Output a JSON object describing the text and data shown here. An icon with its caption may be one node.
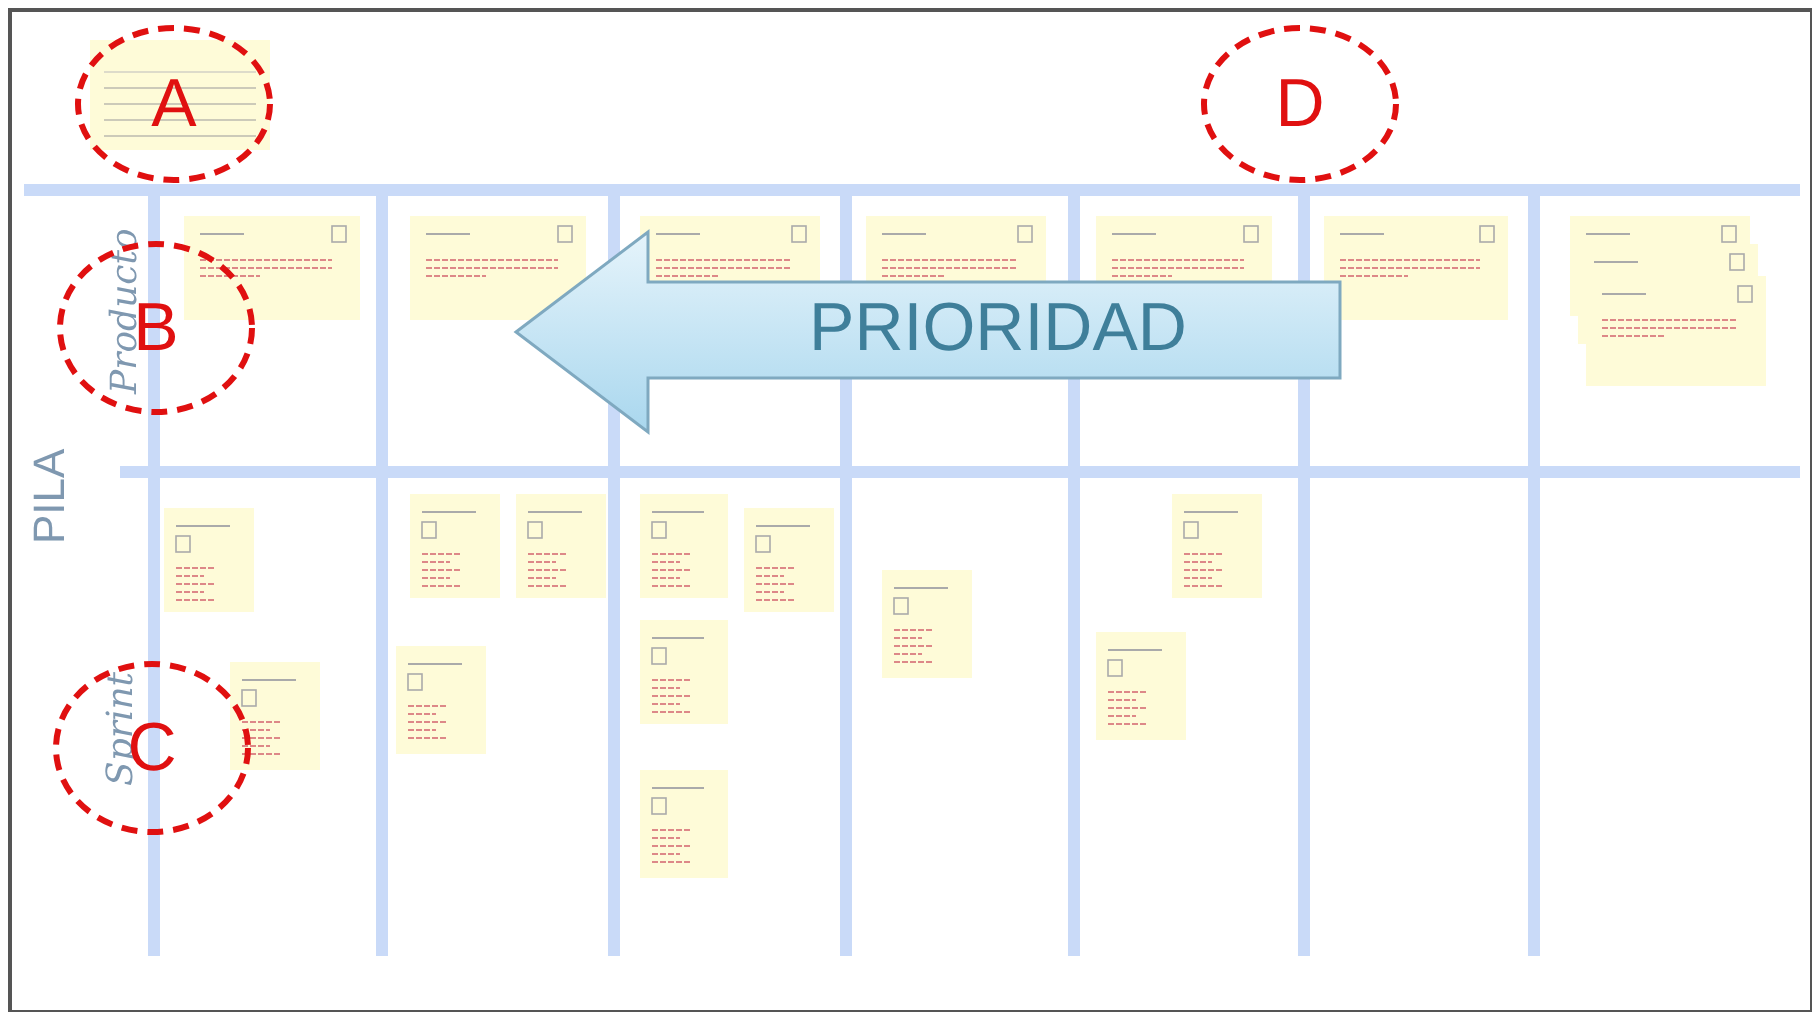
{
  "diagram": {
    "nodes": [
      {
        "text": [
          "A"
        ]
      },
      {
        "text": [
          "D"
        ]
      },
      {
        "text": [
          "B"
        ]
      },
      {
        "text": [
          "C"
        ]
      },
      {
        "text": [
          "PRIORIDAD"
        ]
      }
    ],
    "labels": [
      "PILA",
      "Producto",
      "Sprint"
    ]
  }
}
